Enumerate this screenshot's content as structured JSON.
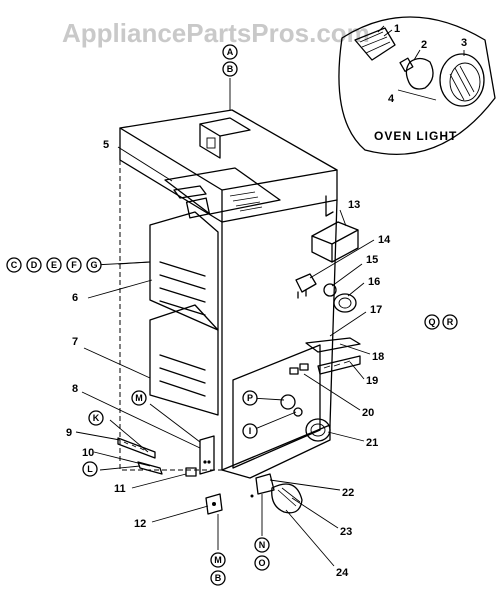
{
  "watermark": "AppliancePartsPros.com",
  "inset_title": "OVEN LIGHT",
  "callouts": {
    "c1": "1",
    "c2": "2",
    "c3": "3",
    "c4": "4",
    "c5": "5",
    "c6": "6",
    "c7": "7",
    "c8": "8",
    "c9": "9",
    "c10": "10",
    "c11": "11",
    "c12": "12",
    "c13": "13",
    "c14": "14",
    "c15": "15",
    "c16": "16",
    "c17": "17",
    "c18": "18",
    "c19": "19",
    "c20": "20",
    "c21": "21",
    "c22": "22",
    "c23": "23",
    "c24": "24"
  },
  "refs": {
    "A": "A",
    "B": "B",
    "C": "C",
    "D": "D",
    "E": "E",
    "F": "F",
    "G": "G",
    "K": "K",
    "L": "L",
    "M": "M",
    "N": "N",
    "O": "O",
    "P": "P",
    "Q": "Q",
    "R": "R",
    "I": "I"
  }
}
